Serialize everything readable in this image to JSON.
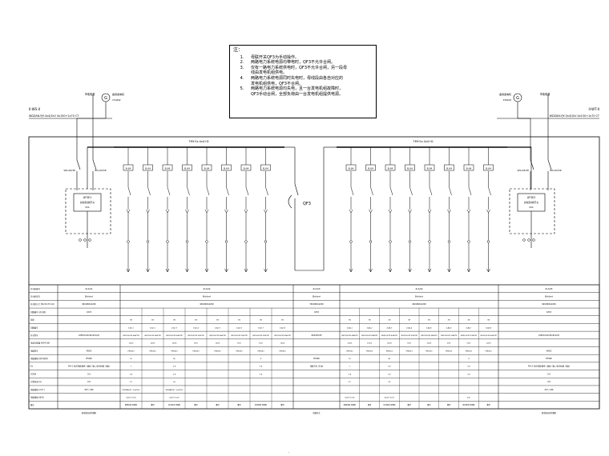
{
  "notes": {
    "header": "注：",
    "items": [
      {
        "n": "1.",
        "lines": [
          "母联开关QF3为手动操作。"
        ]
      },
      {
        "n": "2.",
        "lines": [
          "两路电力系统电源均带电时，QF3不允许合闸。"
        ]
      },
      {
        "n": "3.",
        "lines": [
          "仅有一路电力系统供电时，QF3不允许合闸，另一段母",
          "线由发电机组供电。"
        ]
      },
      {
        "n": "4.",
        "lines": [
          "两路电力系统电源同时失电时，母线段由各自对应的",
          "发电机组供电，QF3不合闸。"
        ]
      },
      {
        "n": "5.",
        "lines": [
          "两路电力系统电源均失电，且一台发电机组故障时，",
          "QF3手动合闸，全部负荷由一台发电机组提供电源。"
        ]
      }
    ]
  },
  "left_feeder": {
    "id": "II-WS-II",
    "cable": "WDZAN-YJY-3x4/1kV 4x150+1x70 CT",
    "source_label": "市电电源",
    "gen_label": "备用发电机",
    "gen_power": "154kW",
    "switch_a": "WS-63/3P",
    "switch_b": "WS-63/3P",
    "ats": "ATSE1",
    "ats_sub": "双电源切换开关",
    "ats_rating": "63A"
  },
  "right_feeder": {
    "id": "II-WT-II",
    "cable": "WDZAN-YJY-3x4/1kV 4x150+1x70 CT",
    "source_label": "市电电源",
    "gen_label": "备用发电机",
    "gen_power": "154kW",
    "switch_a": "WS-63/3P",
    "switch_b": "WS-63/3P",
    "ats": "ATSE2",
    "ats_sub": "双电源切换开关",
    "ats_rating": "63A"
  },
  "generator_symbol": "G",
  "busbar_left_label": "TMY-5x 4x4+D",
  "busbar_right_label": "TMY-5x 4x4+D",
  "coupler_label": "QF3",
  "breaker_tag": "B.64",
  "feeder_table": {
    "row_headers": [
      "开关柜编号",
      "开关柜型号",
      "开关柜尺寸 (W×D×H mm)",
      "回路编号 (开关柜)",
      "用途",
      "回路编号",
      "开关型号",
      "电流互感器 AKH-0.66",
      "电缆型号",
      "电缆规格 (用户名称)",
      "Kx",
      "COSΦ",
      "计算电流 (A)",
      "电缆规格 (mm²)",
      "电缆规格 (型号)",
      "备注"
    ],
    "panels": [
      {
        "id": "Z-AA1",
        "rows": [
          "Blokland",
          "900x800x2200",
          "1633",
          "",
          "",
          "ATSE1X-63/3N-4P-2A/5",
          "",
          "400/5",
          "PH400",
          "Pe=1 电压等级/频率 / 箱体 / 输入/供电电源 / 输出",
          "0.9",
          "0.8",
          "957 / 246",
          "",
          "",
          "双电源自动切换柜"
        ]
      },
      {
        "id": "Z-AA2",
        "rows": [
          "Blokland",
          "900x800x2200",
          "",
          "",
          "",
          "",
          "",
          "",
          "",
          "",
          "",
          "",
          "",
          "",
          "",
          ""
        ]
      },
      {
        "id": "Z-AA3",
        "rows": [
          "Blokland",
          "700x800x2200",
          "1833",
          "",
          "",
          "NSX250/3P",
          "",
          "",
          "PH400",
          "母联开关 (手动)",
          "",
          "",
          "",
          "",
          "",
          "母联开关"
        ]
      },
      {
        "id": "Z-AA4",
        "rows": [
          "Blokland",
          "900x800x2200",
          "",
          "",
          "",
          "",
          "",
          "",
          "",
          "",
          "",
          "",
          "",
          "",
          "",
          ""
        ]
      },
      {
        "id": "Z-AA5",
        "rows": [
          "Blokland",
          "900x800x2200",
          "1833",
          "",
          "",
          "ATSE1X-63/3N-4P-2A/5",
          "",
          "400/5",
          "PH400",
          "Pe=1 电压等级/频率 / 箱体 / 输入/供电电源 / 输出",
          "0.9",
          "0.8",
          "227 / 246",
          "",
          "",
          "双电源自动切换柜"
        ]
      }
    ],
    "circuits_left": [
      {
        "cap": "3N",
        "no": "Z-A2-1",
        "sw": "NSX100/3P 40A/TM",
        "ct": "100/5",
        "cab": "PH6353",
        "pe": "20",
        "kx": "1",
        "cos": "0.8",
        "i": "67",
        "spec": "WDZAN-YJY -1x4/1kV",
        "typ": "4x25+1x16",
        "load": "照明总配 控制柜"
      },
      {
        "cap": "3N",
        "no": "Z-A2-2",
        "sw": "NSX100/3P 40A/TM",
        "ct": "100/5",
        "cab": "PH6353",
        "pe": "",
        "kx": "",
        "cos": "",
        "i": "",
        "spec": "",
        "typ": "",
        "load": "备用"
      },
      {
        "cap": "3N",
        "no": "Z-A2-3",
        "sw": "NSX100/3P 40A/TM",
        "ct": "100/5",
        "cab": "PH6353",
        "pe": "45",
        "kx": "0.8",
        "cos": "0.8",
        "i": "99",
        "spec": "WDZAN-YJY -1x4/1kV",
        "typ": "4x25+1x16",
        "load": "动力配电 控制柜"
      },
      {
        "cap": "3N",
        "no": "Z-A2-4",
        "sw": "NSX100/3P 32A/TM",
        "ct": "50/5",
        "cab": "PH6353",
        "pe": "",
        "kx": "",
        "cos": "",
        "i": "",
        "spec": "",
        "typ": "",
        "load": "备用"
      },
      {
        "cap": "3N",
        "no": "Z-A2-5",
        "sw": "NSX100/3P 40A/TM",
        "ct": "100/5",
        "cab": "PH6353",
        "pe": "",
        "kx": "",
        "cos": "",
        "i": "",
        "spec": "",
        "typ": "",
        "load": "备用"
      },
      {
        "cap": "3N",
        "no": "Z-A2-6",
        "sw": "NSX100/3P 32A/TM",
        "ct": "50/5",
        "cab": "PH6353",
        "pe": "",
        "kx": "",
        "cos": "",
        "i": "",
        "spec": "",
        "typ": "",
        "load": "备用"
      },
      {
        "cap": "3N",
        "no": "Z-A2-7",
        "sw": "NSX100/3P 32A/TM",
        "ct": "50/5",
        "cab": "PH6353",
        "pe": "4",
        "kx": "0.8",
        "cos": "0.8",
        "i": "",
        "spec": "",
        "typ": "",
        "load": "风机控制 控制柜"
      },
      {
        "cap": "3N",
        "no": "Z-A2-8",
        "sw": "NSX100/3P 40A/TM",
        "ct": "100/5",
        "cab": "PH6353",
        "pe": "",
        "kx": "",
        "cos": "",
        "i": "",
        "spec": "",
        "typ": "",
        "load": "备用"
      }
    ],
    "circuits_right": [
      {
        "cap": "3N",
        "no": "Z-A4-1",
        "sw": "NSX100/3P 40A/TM",
        "ct": "100/5",
        "cab": "PH6353",
        "pe": "25",
        "kx": "1",
        "cos": "0.8",
        "i": "47",
        "spec": "",
        "typ": "4x25+1x16",
        "load": "照明总配 控制柜"
      },
      {
        "cap": "3N",
        "no": "Z-A4-2",
        "sw": "NSX100/3P 40A/TM",
        "ct": "100/5",
        "cab": "PH6353",
        "pe": "",
        "kx": "",
        "cos": "",
        "i": "",
        "spec": "",
        "typ": "",
        "load": "备用"
      },
      {
        "cap": "3N",
        "no": "Z-A4-3",
        "sw": "NSX100/3P 40A/TM",
        "ct": "100/5",
        "cab": "PH6353",
        "pe": "45",
        "kx": "0.8",
        "cos": "0.8",
        "i": "99",
        "spec": "",
        "typ": "4x50+1x25",
        "load": "动力配电 控制柜"
      },
      {
        "cap": "3N",
        "no": "Z-A4-4",
        "sw": "NSX100/3P 32A/TM",
        "ct": "50/5",
        "cab": "PH6353",
        "pe": "",
        "kx": "",
        "cos": "",
        "i": "",
        "spec": "",
        "typ": "",
        "load": "备用"
      },
      {
        "cap": "3N",
        "no": "Z-A4-5",
        "sw": "NSX100/3P 40A/TM",
        "ct": "100/5",
        "cab": "PH6353",
        "pe": "",
        "kx": "",
        "cos": "",
        "i": "",
        "spec": "",
        "typ": "",
        "load": "备用"
      },
      {
        "cap": "3N",
        "no": "Z-A4-6",
        "sw": "NSX100/3P 32A/TM",
        "ct": "50/5",
        "cab": "PH6353",
        "pe": "",
        "kx": "",
        "cos": "",
        "i": "",
        "spec": "",
        "typ": "",
        "load": "备用"
      },
      {
        "cap": "3N",
        "no": "Z-A4-7",
        "sw": "NSX100/3P 32A/TM",
        "ct": "50/5",
        "cab": "PH6353",
        "pe": "4",
        "kx": "0.8",
        "cos": "0.8",
        "i": "",
        "spec": "",
        "typ": "5x6",
        "load": "风机控制 控制柜"
      },
      {
        "cap": "3N",
        "no": "Z-A4-8",
        "sw": "NSX100/3P 40A/TM",
        "ct": "100/5",
        "cab": "PH6353",
        "pe": "",
        "kx": "",
        "cos": "",
        "i": "",
        "spec": "",
        "typ": "",
        "load": "备用"
      }
    ]
  },
  "footer_mark": "·"
}
